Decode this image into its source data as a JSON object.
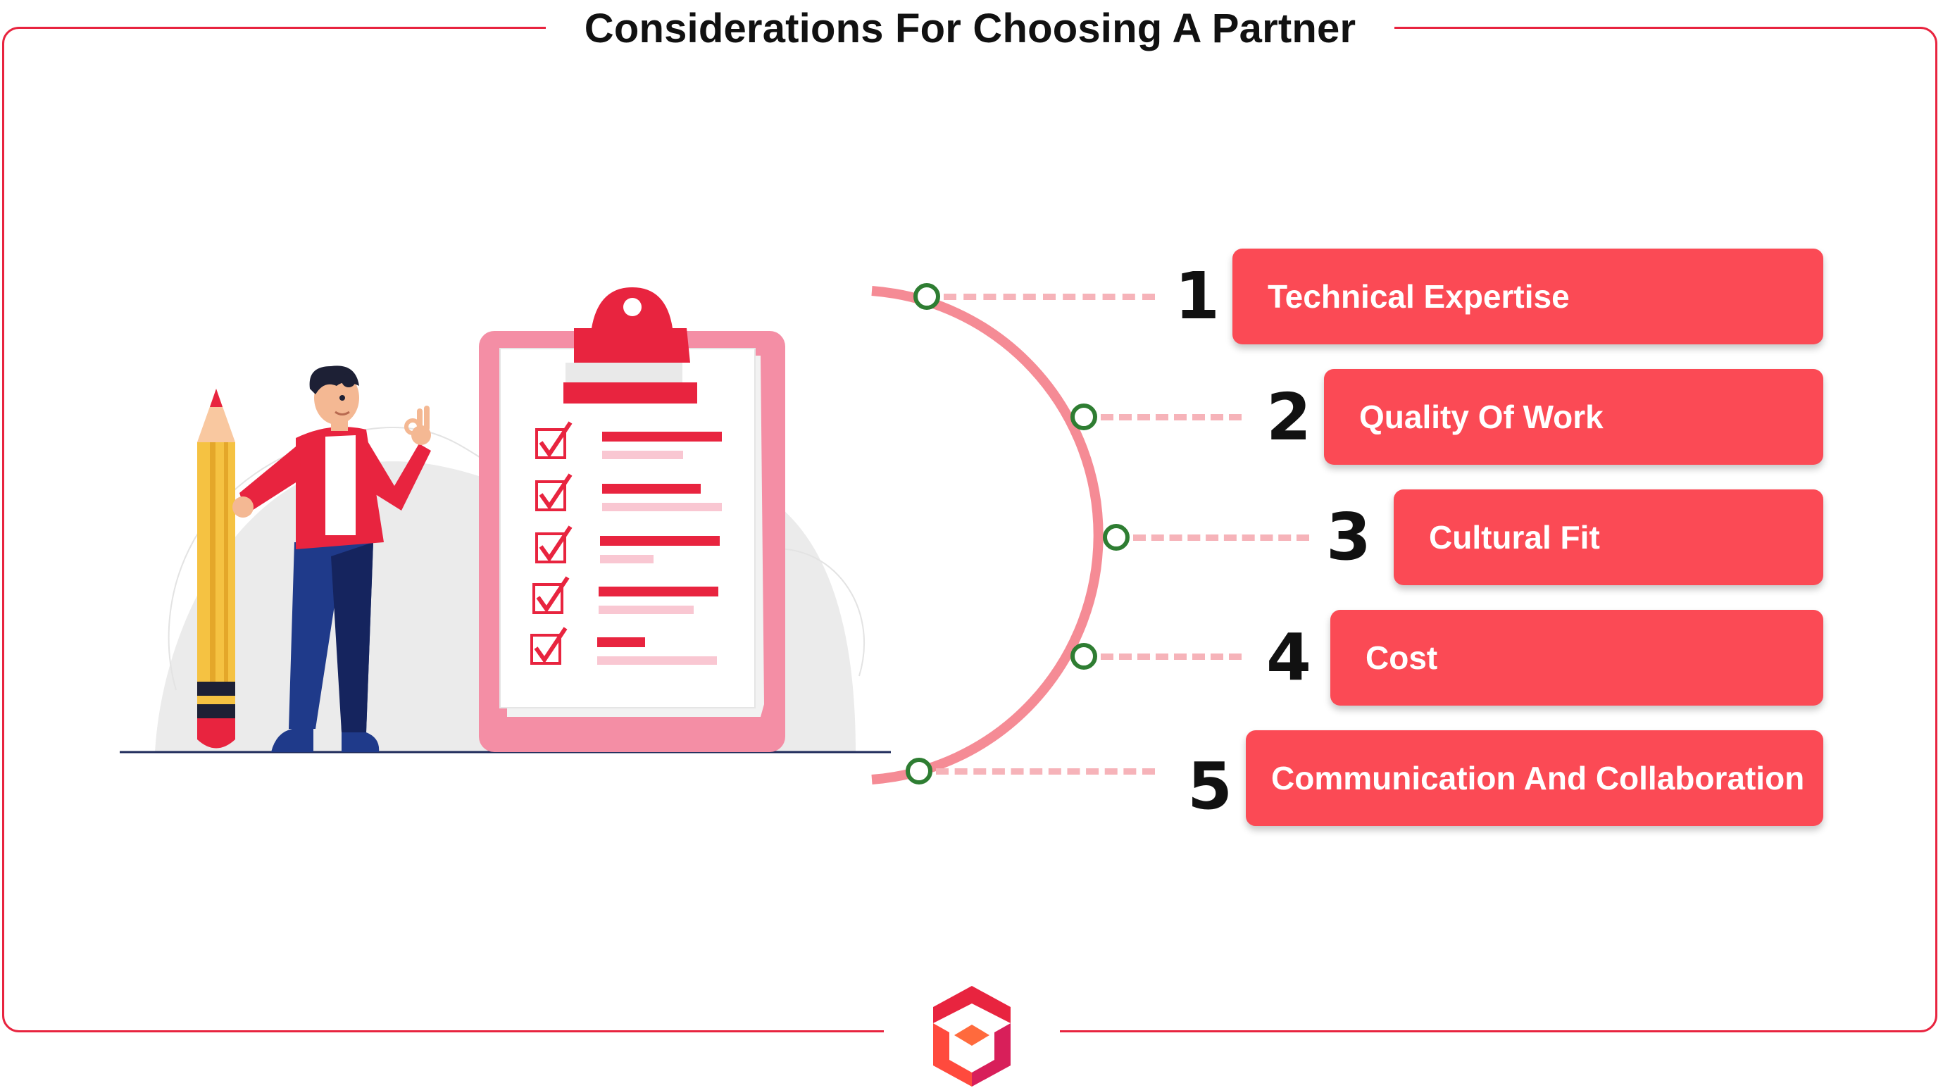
{
  "title": "Considerations For Choosing A Partner",
  "colors": {
    "accent": "#e8243f",
    "item_fill": "#fb4a55",
    "arc": "#f58b95",
    "node_ring": "#2e7d32",
    "connector": "#f6b3b9"
  },
  "items": [
    {
      "number": "1",
      "label": "Technical Expertise"
    },
    {
      "number": "2",
      "label": "Quality Of Work"
    },
    {
      "number": "3",
      "label": "Cultural Fit"
    },
    {
      "number": "4",
      "label": "Cost"
    },
    {
      "number": "5",
      "label": "Communication And Collaboration"
    }
  ],
  "illustration": {
    "icons": [
      "person-icon",
      "pencil-icon",
      "clipboard-checklist-icon",
      "ok-hand-icon"
    ]
  },
  "logo": {
    "icon": "cube-logo-icon"
  }
}
